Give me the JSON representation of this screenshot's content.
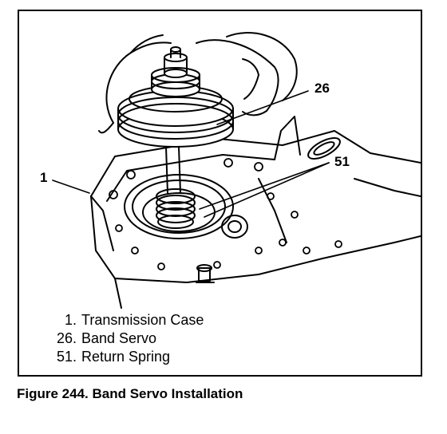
{
  "callouts": [
    {
      "id": "c1",
      "text": "1"
    },
    {
      "id": "c26",
      "text": "26"
    },
    {
      "id": "c51",
      "text": "51"
    }
  ],
  "legend": [
    {
      "num": "1.",
      "label": "Transmission Case"
    },
    {
      "num": "26.",
      "label": "Band Servo"
    },
    {
      "num": "51.",
      "label": "Return Spring"
    }
  ],
  "caption": "Figure 244. Band Servo Installation"
}
